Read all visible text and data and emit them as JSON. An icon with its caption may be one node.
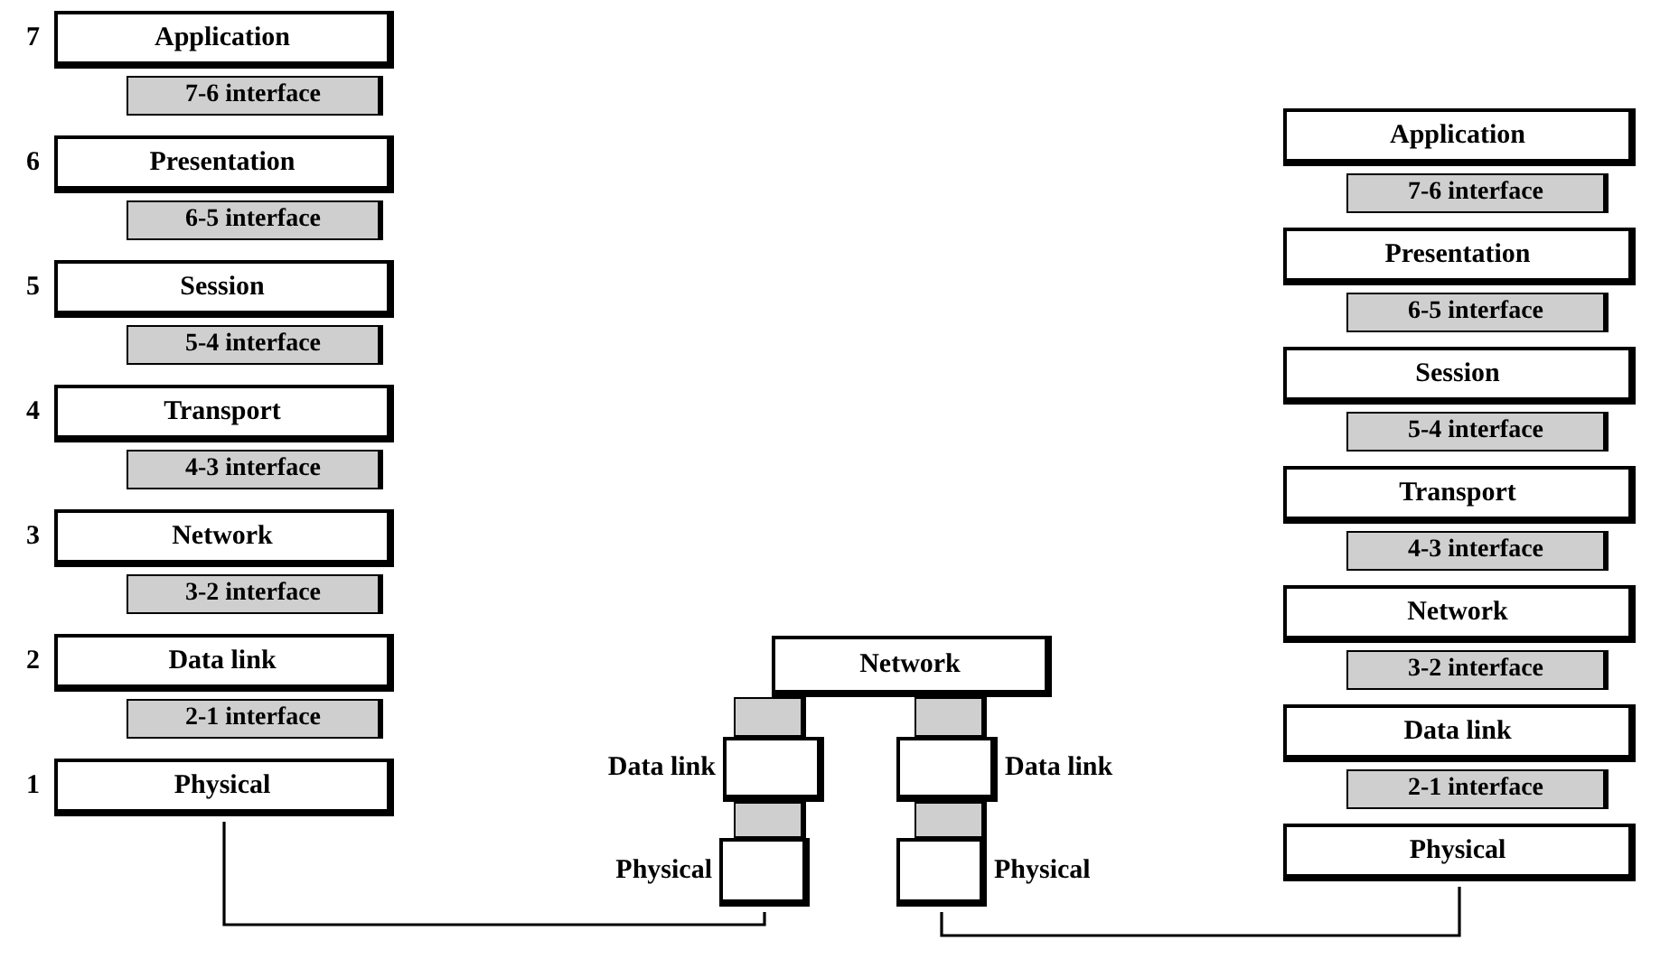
{
  "diagram": {
    "nodes": [
      {
        "text": [
          "Application"
        ],
        "beside": [
          "7"
        ]
      },
      {
        "text": [
          "7-6 interface"
        ]
      },
      {
        "text": [
          "Presentation"
        ],
        "beside": [
          "6"
        ]
      },
      {
        "text": [
          "6-5 interface"
        ]
      },
      {
        "text": [
          "Session"
        ],
        "beside": [
          "5"
        ]
      },
      {
        "text": [
          "5-4 interface"
        ]
      },
      {
        "text": [
          "Transport"
        ],
        "beside": [
          "4"
        ]
      },
      {
        "text": [
          "4-3 interface"
        ]
      },
      {
        "text": [
          "Network"
        ],
        "beside": [
          "3"
        ]
      },
      {
        "text": [
          "3-2 interface"
        ]
      },
      {
        "text": [
          "Data link"
        ],
        "beside": [
          "2"
        ]
      },
      {
        "text": [
          "2-1 interface"
        ]
      },
      {
        "text": [
          "Physical"
        ],
        "beside": [
          "1"
        ]
      },
      {
        "text": [
          "Network"
        ]
      },
      {
        "text": [],
        "shape": "box"
      },
      {
        "text": [],
        "shape": "box"
      },
      {
        "text": [
          "Data link"
        ]
      },
      {
        "text": [
          "Data link"
        ]
      },
      {
        "text": [],
        "shape": "box"
      },
      {
        "text": [],
        "shape": "box"
      },
      {
        "text": [
          "Physical"
        ]
      },
      {
        "text": [
          "Physical"
        ]
      },
      {
        "text": [
          "Application"
        ]
      },
      {
        "text": [
          "7-6 interface"
        ]
      },
      {
        "text": [
          "Presentation"
        ]
      },
      {
        "text": [
          "6-5 interface"
        ]
      },
      {
        "text": [
          "Session"
        ]
      },
      {
        "text": [
          "5-4 interface"
        ]
      },
      {
        "text": [
          "Transport"
        ]
      },
      {
        "text": [
          "4-3 interface"
        ]
      },
      {
        "text": [
          "Network"
        ]
      },
      {
        "text": [
          "3-2 interface"
        ]
      },
      {
        "text": [
          "Data link"
        ]
      },
      {
        "text": [
          "2-1 interface"
        ]
      },
      {
        "text": [
          "Physical"
        ]
      }
    ],
    "edges": [
      {
        "from": 12,
        "to": 20,
        "arrow": "none"
      },
      {
        "from": 21,
        "to": 34,
        "arrow": "none"
      }
    ]
  }
}
